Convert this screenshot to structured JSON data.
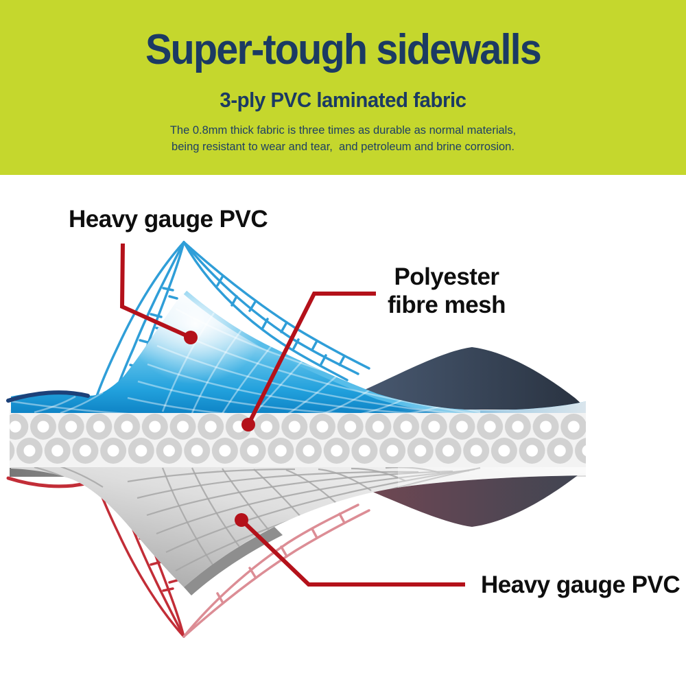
{
  "banner": {
    "background": "#c5d72d",
    "text_color": "#1b3a63",
    "title": "Super-tough sidewalls",
    "subtitle": "3-ply PVC laminated fabric",
    "description_line1": "The 0.8mm thick fabric is three times as durable as normal materials,",
    "description_line2": "being resistant to wear and tear,  and petroleum and brine corrosion."
  },
  "diagram": {
    "callout_color": "#b4111a",
    "labels": {
      "top_layer": "Heavy gauge PVC",
      "middle_layer_line1": "Polyester",
      "middle_layer_line2": "fibre mesh",
      "bottom_layer": "Heavy gauge PVC"
    },
    "layer_colors": {
      "top_pvc_blue": "#1b95d3",
      "top_wireframe_blue": "#2f9ed8",
      "fibre_mesh_ring_gray": "#d2d2d2",
      "back_wedge_navy": "#3c4a5e",
      "back_wedge_maroon": "#7d4852",
      "bottom_pvc_gray": "#c0c0c0",
      "bottom_wireframe_red": "#c22d37"
    }
  }
}
